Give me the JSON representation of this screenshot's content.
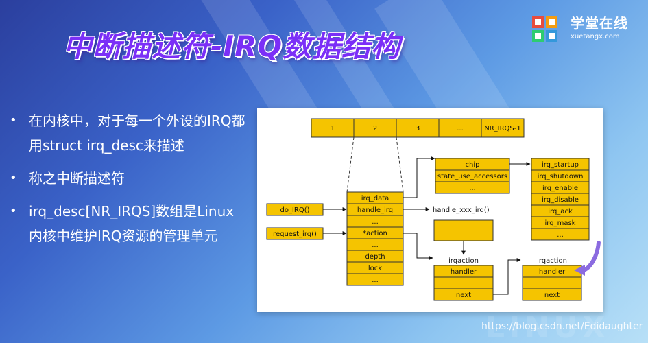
{
  "title": "中断描述符-IRQ数据结构",
  "logo": {
    "name": "学堂在线",
    "url": "xuetangx.com"
  },
  "bullets": [
    "在内核中，对于每一个外设的IRQ都用struct irq_desc来描述",
    "称之中断描述符",
    "irq_desc[NR_IRQS]数组是Linux内核中维护IRQ资源的管理单元"
  ],
  "diagram": {
    "irq_array": [
      "1",
      "2",
      "3",
      "...",
      "NR_IRQS-1"
    ],
    "irq_desc_fields": [
      "irq_data",
      "handle_irq",
      "...",
      "*action",
      "...",
      "depth",
      "lock",
      "..."
    ],
    "chip_fields": [
      "chip",
      "state_use_accessors",
      "..."
    ],
    "chip_ops": [
      "irq_startup",
      "irq_shutdown",
      "irq_enable",
      "irq_disable",
      "irq_ack",
      "irq_mask",
      "..."
    ],
    "do_irq": "do_IRQ()",
    "request_irq": "request_irq()",
    "handle_xxx": "handle_xxx_irq()",
    "irqaction1": {
      "title": "irqaction",
      "fields": [
        "handler",
        "",
        "next"
      ]
    },
    "irqaction2": {
      "title": "irqaction",
      "fields": [
        "handler",
        "",
        "next"
      ]
    }
  },
  "watermark": "https://blog.csdn.net/Edidaughter",
  "colors": {
    "box_fill": "#f5c400",
    "box_stroke": "#333333",
    "title": "#7b2ff7",
    "arrow_accent": "#8b6be0"
  }
}
